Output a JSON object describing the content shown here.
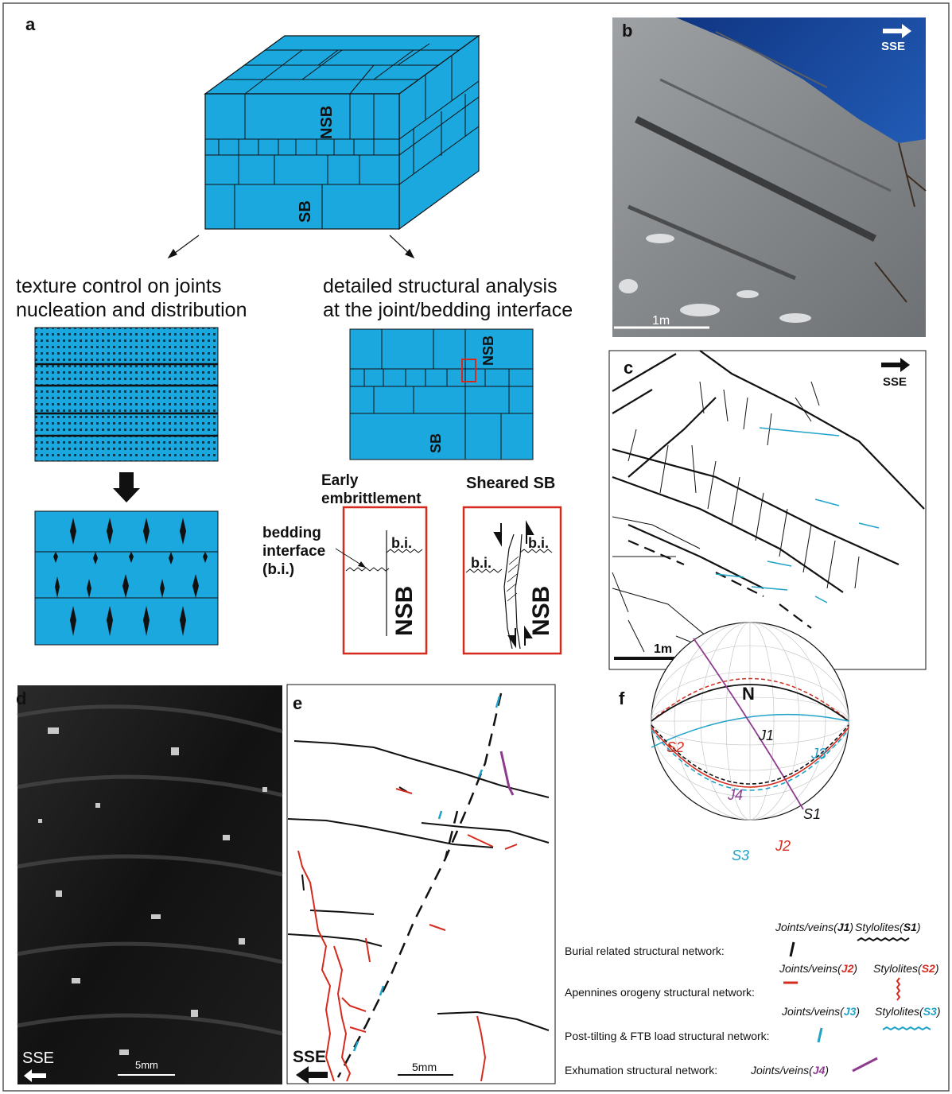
{
  "panels": {
    "a": {
      "letter": "a",
      "block_nsb": "NSB",
      "block_sb": "SB",
      "left_title": [
        "texture control on joints",
        "nucleation and distribution"
      ],
      "right_title": [
        "detailed structural analysis",
        "at the joint/bedding interface"
      ],
      "sub_nsb": "NSB",
      "sub_sb": "SB",
      "early_title": [
        "Early",
        "embrittlement"
      ],
      "sheared_title": "Sheared SB",
      "bedding_interface": [
        "bedding",
        "interface",
        "(b.i.)"
      ],
      "bi": "b.i.",
      "nsb_big": "NSB"
    },
    "b": {
      "letter": "b",
      "direction": "SSE",
      "scale": "1m"
    },
    "c": {
      "letter": "c",
      "direction": "SSE",
      "scale": "1m"
    },
    "d": {
      "letter": "d",
      "direction": "SSE",
      "scale": "5mm"
    },
    "e": {
      "letter": "e",
      "direction": "SSE",
      "scale": "5mm"
    },
    "f": {
      "letter": "f",
      "north": "N",
      "plane_labels": {
        "S2": "S2",
        "J1": "J1",
        "J3": "J3",
        "J4": "J4",
        "S1": "S1",
        "J2": "J2",
        "S3": "S3"
      },
      "legend": [
        {
          "network": "Burial related structural network:",
          "joints": "Joints/veins(",
          "joints_id": "J1",
          "stylolites": "Stylolites(",
          "stylolites_id": "S1",
          "close": ")"
        },
        {
          "network": "Apennines orogeny structural network:",
          "joints": "Joints/veins(",
          "joints_id": "J2",
          "stylolites": "Stylolites(",
          "stylolites_id": "S2",
          "close": ")"
        },
        {
          "network": "Post-tilting & FTB load structural network:",
          "joints": "Joints/veins(",
          "joints_id": "J3",
          "stylolites": "Stylolites(",
          "stylolites_id": "S3",
          "close": ")"
        },
        {
          "network": "Exhumation structural network:",
          "joints": "Joints/veins(",
          "joints_id": "J4",
          "close": ")"
        }
      ]
    }
  },
  "colors": {
    "blue_fill": "#1ba8de",
    "red": "#d52b1e",
    "cyan": "#1fa3c9",
    "purple": "#8e3b8f",
    "black": "#111111",
    "sky": "#1d4ea6",
    "rock": "#8f9295"
  }
}
